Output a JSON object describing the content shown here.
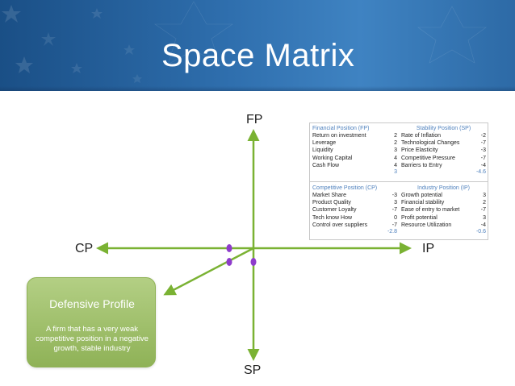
{
  "title": "Space Matrix",
  "axes": {
    "top": "FP",
    "bottom": "SP",
    "left": "CP",
    "right": "IP"
  },
  "colors": {
    "axis_line": "#7ab233",
    "points": "#8e3ccb",
    "table_header": "#4f81bd",
    "profile_box": "#a3c46f"
  },
  "factor_table": {
    "fp": {
      "title": "Financial Position (FP)",
      "rows": [
        {
          "label": "Return on investment",
          "value": "2"
        },
        {
          "label": "Leverage",
          "value": "2"
        },
        {
          "label": "Liquidity",
          "value": "3"
        },
        {
          "label": "Working Capital",
          "value": "4"
        },
        {
          "label": "Cash Flow",
          "value": "4"
        }
      ],
      "average": "3"
    },
    "sp": {
      "title": "Stability Position (SP)",
      "rows": [
        {
          "label": "Rate of Inflation",
          "value": "-2"
        },
        {
          "label": "Technological Changes",
          "value": "-7"
        },
        {
          "label": "Price Elasticity",
          "value": "-3"
        },
        {
          "label": "Competitive Pressure",
          "value": "-7"
        },
        {
          "label": "Barriers to Entry",
          "value": "-4"
        }
      ],
      "average": "-4.6"
    },
    "cp": {
      "title": "Competitive Position (CP)",
      "rows": [
        {
          "label": "Market Share",
          "value": "-3"
        },
        {
          "label": "Product Quality",
          "value": "3"
        },
        {
          "label": "Customer Loyalty",
          "value": "-7"
        },
        {
          "label": "Tech know How",
          "value": "0"
        },
        {
          "label": "Control over suppliers",
          "value": "-7"
        }
      ],
      "average": "-2.8"
    },
    "ip": {
      "title": "Industry Position (IP)",
      "rows": [
        {
          "label": "Growth potential",
          "value": "3"
        },
        {
          "label": "Financial stability",
          "value": "2"
        },
        {
          "label": "Ease of entry to market",
          "value": "-7"
        },
        {
          "label": "Profit potential",
          "value": "3"
        },
        {
          "label": "Resource Utilization",
          "value": "-4"
        }
      ],
      "average": "-0.6"
    }
  },
  "profile": {
    "title": "Defensive Profile",
    "description": "A firm that has a very weak competitive position in a negative growth, stable industry"
  }
}
